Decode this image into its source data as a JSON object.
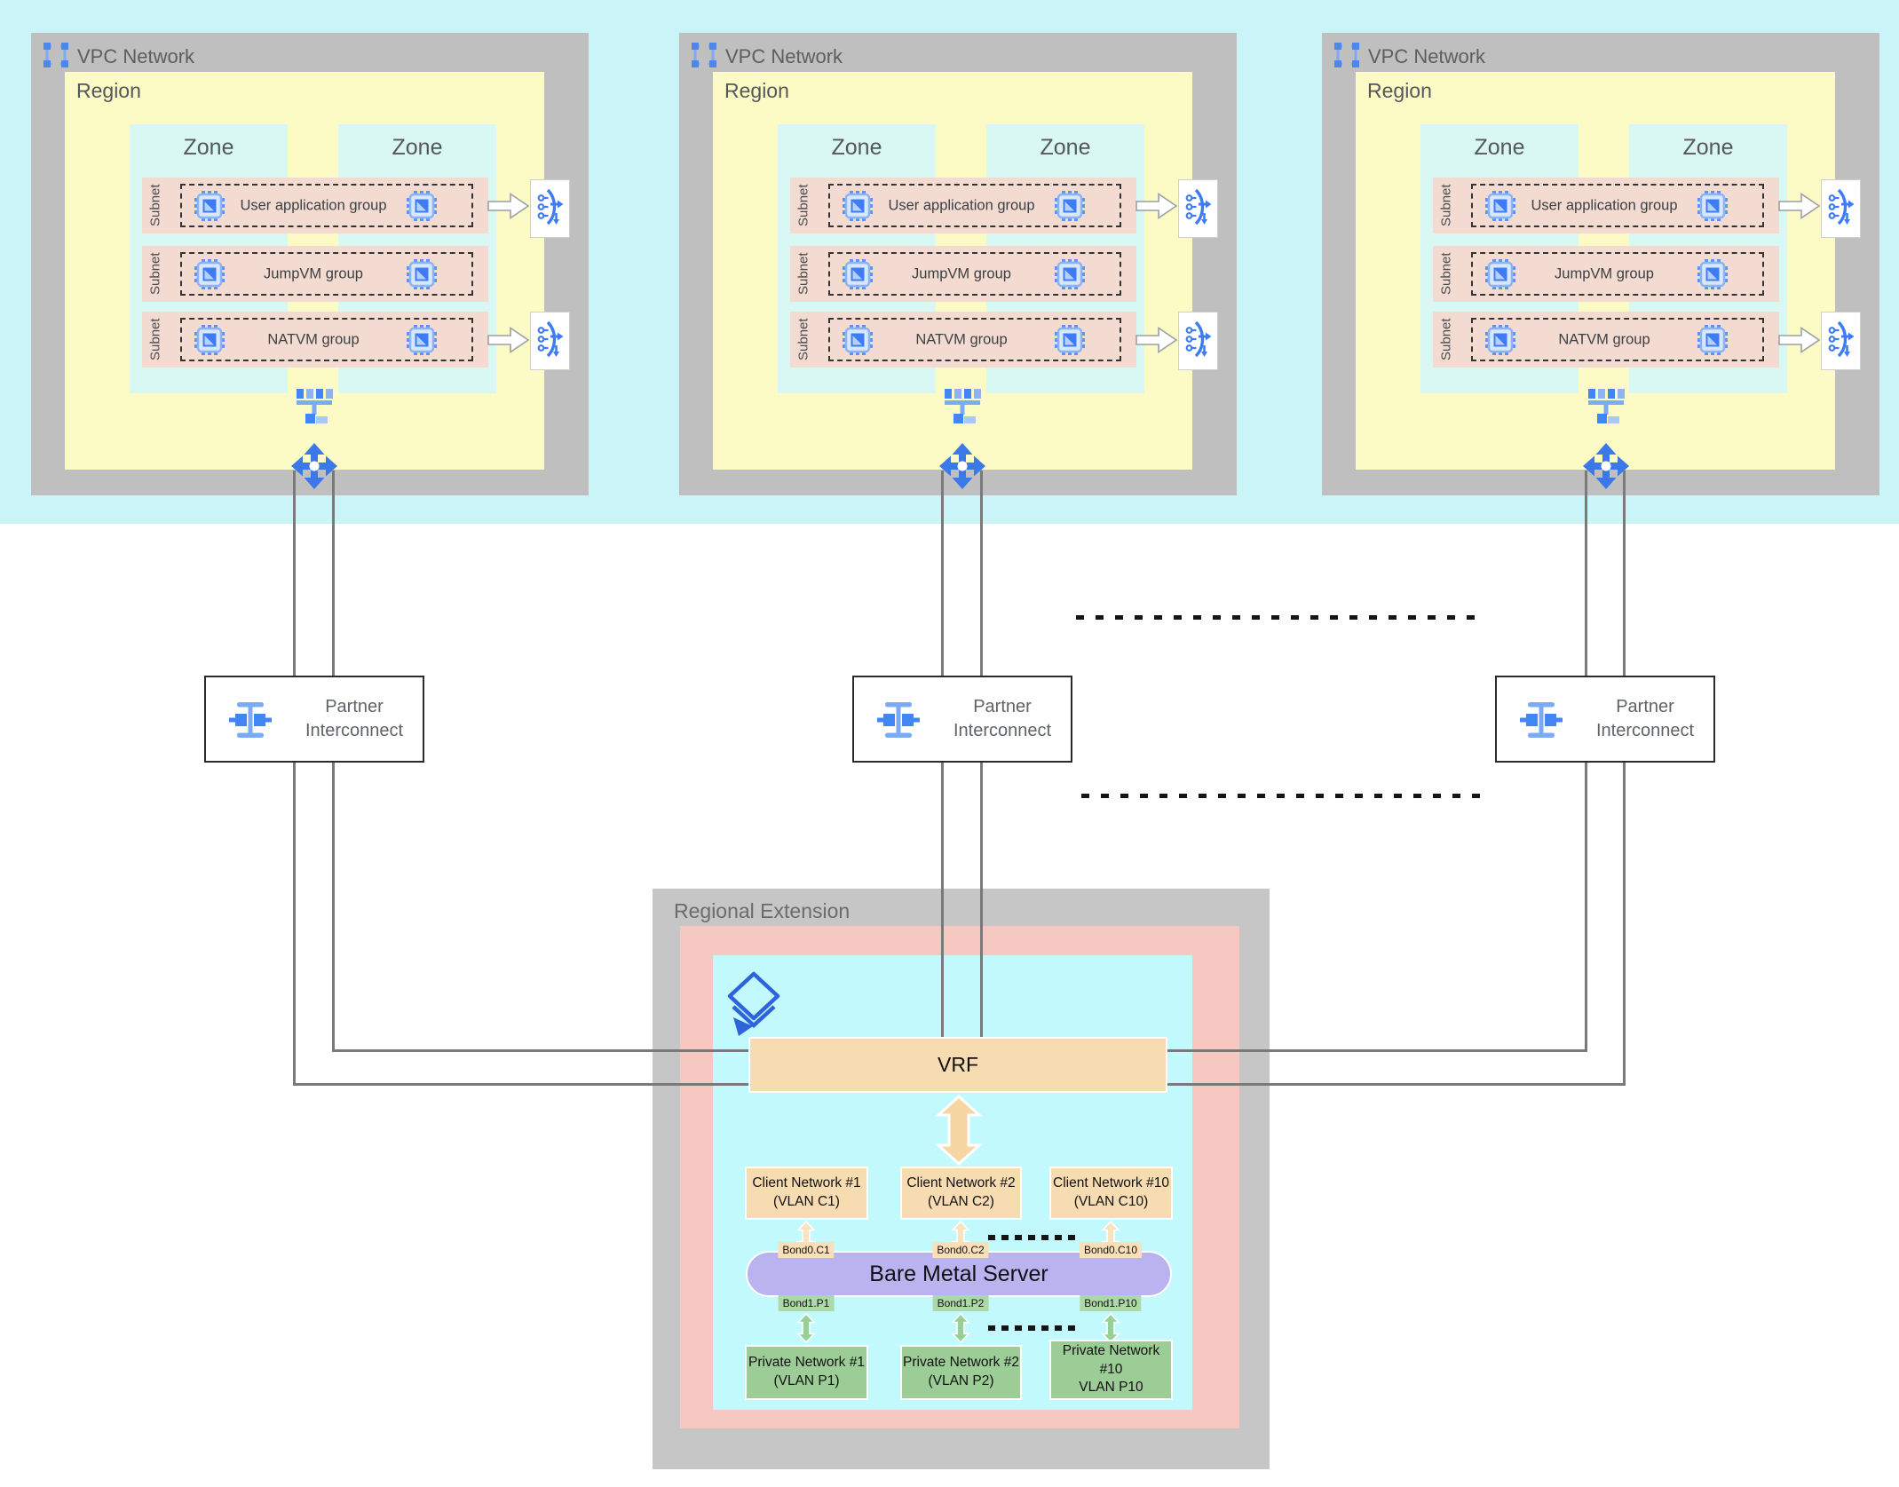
{
  "colors": {
    "band": "#CBF4F9",
    "vpcgray": "#BFBFBF",
    "yellow": "#FCFBC6",
    "zonecyan": "#D9F8F3",
    "pink": "#F3DBD1",
    "linegray": "#7A7A7A",
    "regray": "#C6C6C6",
    "repink": "#F7C7C1",
    "recyan": "#C2F9FD",
    "peach": "#F8DCB1",
    "bondpeach": "#FBDFB9",
    "bms": "#B9B3F0",
    "pngreen": "#9CCD96",
    "bondgreen": "#ACD9A7",
    "accent_blue": "#4285F4"
  },
  "icons": {
    "vpc": "vpc-brackets-icon",
    "vm": "compute-vm-icon",
    "load_balancer": "load-balancer-icon",
    "network": "network-tree-icon",
    "routes": "cross-arrows-icon",
    "interconnect": "partner-interconnect-icon",
    "layers": "layers-icon"
  },
  "vpc": {
    "title": "VPC Network",
    "region": "Region",
    "zone": "Zone",
    "subnet": "Subnet",
    "groups": [
      "User application group",
      "JumpVM group",
      "NATVM group"
    ]
  },
  "interconnect": {
    "label": "Partner Interconnect"
  },
  "regional_extension": {
    "title": "Regional Extension",
    "vrf": "VRF",
    "client_networks": [
      {
        "line1": "Client Network #1",
        "line2": "(VLAN C1)"
      },
      {
        "line1": "Client Network #2",
        "line2": "(VLAN C2)"
      },
      {
        "line1": "Client Network #10",
        "line2": "(VLAN C10)"
      }
    ],
    "client_bonds": [
      "Bond0.C1",
      "Bond0.C2",
      "Bond0.C10"
    ],
    "server": "Bare Metal Server",
    "private_bonds": [
      "Bond1.P1",
      "Bond1.P2",
      "Bond1.P10"
    ],
    "private_networks": [
      {
        "line1": "Private Network #1",
        "line2": "(VLAN P1)"
      },
      {
        "line1": "Private Network #2",
        "line2": "(VLAN P2)"
      },
      {
        "line1": "Private Network",
        "line2": "#10",
        "line3": "VLAN P10"
      }
    ]
  }
}
